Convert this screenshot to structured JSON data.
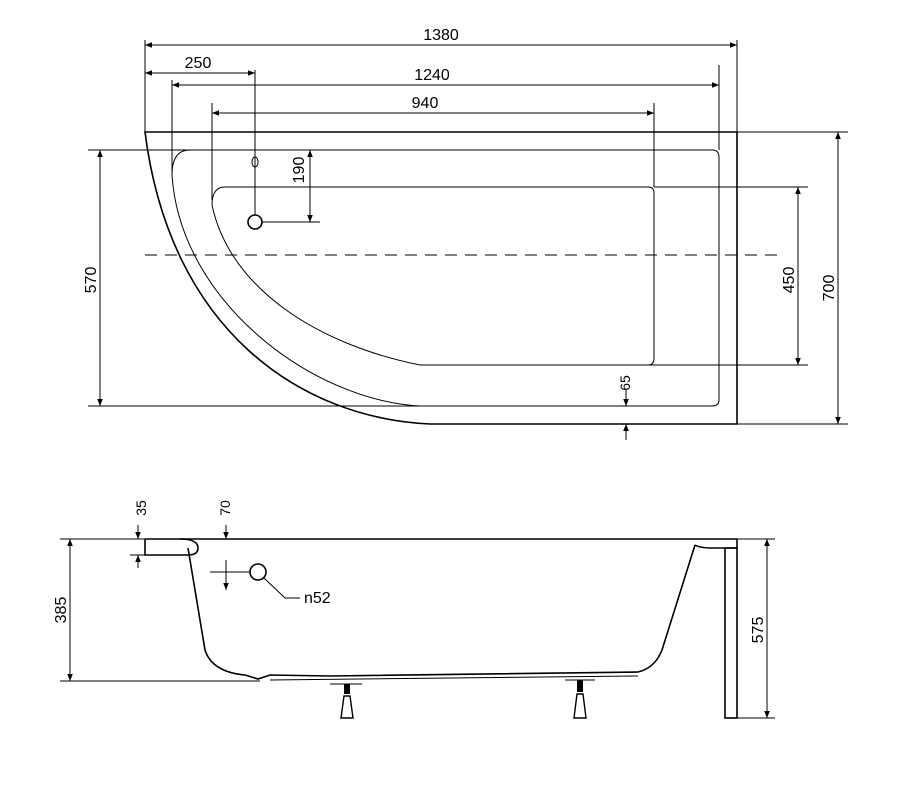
{
  "top_view": {
    "dimensions": {
      "overall_length": "1380",
      "inner_length": "1240",
      "basin_length": "940",
      "drain_offset": "250",
      "drain_depth": "190",
      "overall_width": "700",
      "inner_width": "570",
      "basin_width": "450",
      "rim_gap": "65"
    }
  },
  "side_view": {
    "dimensions": {
      "rim_thickness": "35",
      "rim_offset": "70",
      "basin_depth": "385",
      "total_height": "575",
      "overflow_diameter": "n52"
    }
  }
}
